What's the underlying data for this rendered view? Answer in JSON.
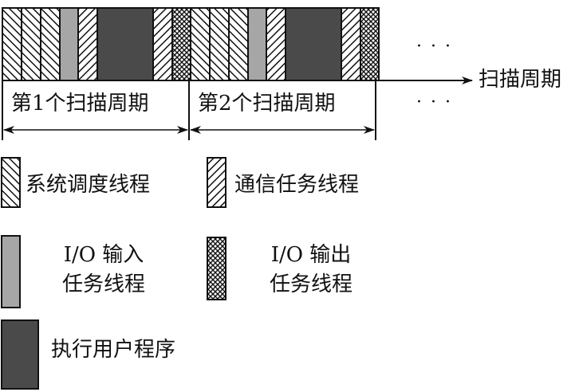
{
  "timeline": {
    "axis_label": "扫描周期",
    "cycle1_label": "第1个扫描周期",
    "cycle2_label": "第2个扫描周期",
    "ellipsis_top": "· · ·",
    "ellipsis_bottom": "· · ·",
    "cycles": [
      [
        "schedule",
        "schedule",
        "schedule",
        "input",
        "comm",
        "user",
        "comm",
        "output"
      ],
      [
        "schedule",
        "schedule",
        "schedule",
        "input",
        "comm",
        "user",
        "comm",
        "output"
      ]
    ]
  },
  "legend": {
    "schedule": "系统调度线程",
    "comm": "通信任务线程",
    "input_line1": "I/O 输入",
    "input_line2": "任务线程",
    "output_line1": "I/O 输出",
    "output_line2": "任务线程",
    "user": "执行用户程序"
  },
  "colors": {
    "input_fill": "#a6a6a6",
    "user_fill": "#4a4a4a",
    "stroke": "#111111",
    "background": "#ffffff"
  }
}
